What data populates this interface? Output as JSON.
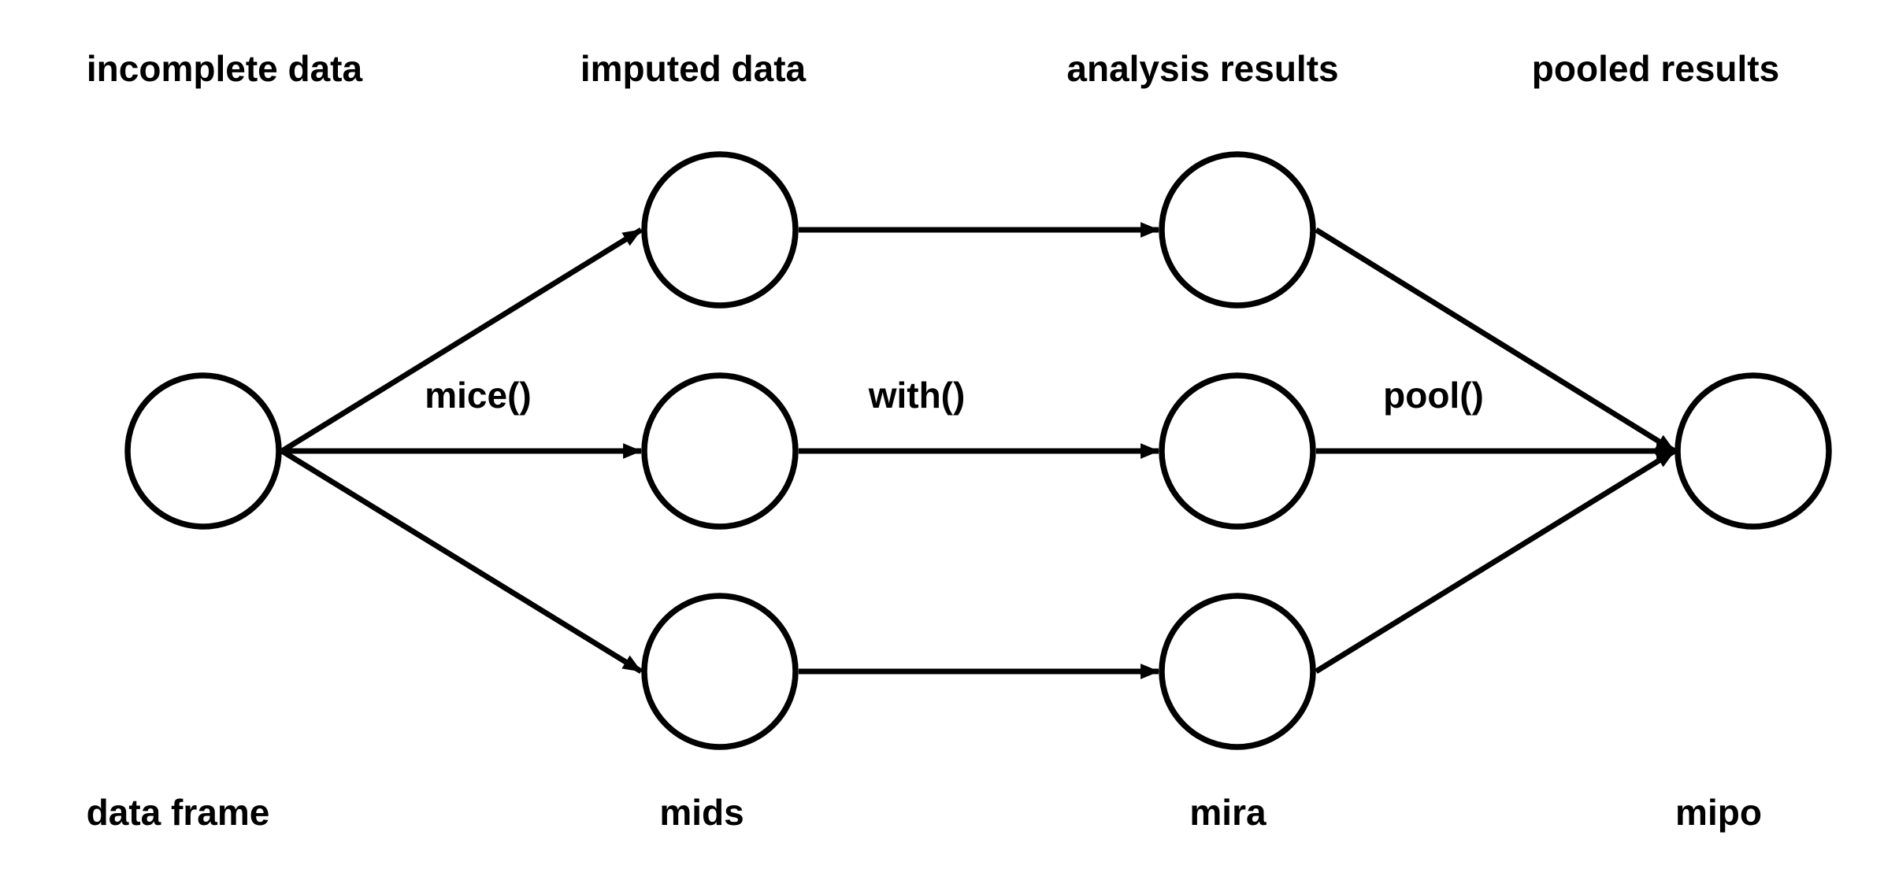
{
  "diagram_title": "mice multiple-imputation workflow",
  "colors": {
    "background": "#ffffff",
    "line": "#000000",
    "node_fill": "#ffffff",
    "text": "#000000"
  },
  "stages": [
    {
      "top_label": "incomplete data",
      "bottom_label": "data frame",
      "node_count": 1
    },
    {
      "top_label": "imputed data",
      "bottom_label": "mids",
      "node_count": 3
    },
    {
      "top_label": "analysis results",
      "bottom_label": "mira",
      "node_count": 3
    },
    {
      "top_label": "pooled results",
      "bottom_label": "mipo",
      "node_count": 1
    }
  ],
  "functions": [
    {
      "label": "mice()"
    },
    {
      "label": "with()"
    },
    {
      "label": "pool()"
    }
  ]
}
